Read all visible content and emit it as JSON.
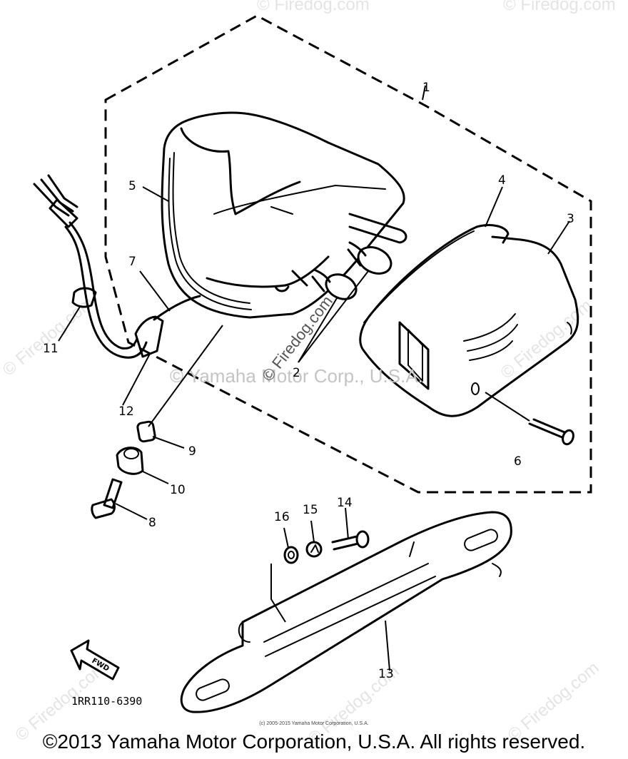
{
  "diagram": {
    "callouts": {
      "c1": "1",
      "c2": "2",
      "c3": "3",
      "c4": "4",
      "c5": "5",
      "c6": "6",
      "c7": "7",
      "c8": "8",
      "c9": "9",
      "c10": "10",
      "c11": "11",
      "c12": "12",
      "c13": "13",
      "c14": "14",
      "c15": "15",
      "c16": "16"
    },
    "part_code": "1RR110-6390",
    "fwd_label": "FWD"
  },
  "watermarks": {
    "firedog": "© Firedog.com",
    "center": "© Yamaha Motor Corp., U.S.A."
  },
  "footer": {
    "small_copyright": "(c) 2005-2015 Yamaha Motor Corporation, U.S.A.",
    "copyright": "©2013 Yamaha Motor Corporation, U.S.A. All rights reserved."
  }
}
